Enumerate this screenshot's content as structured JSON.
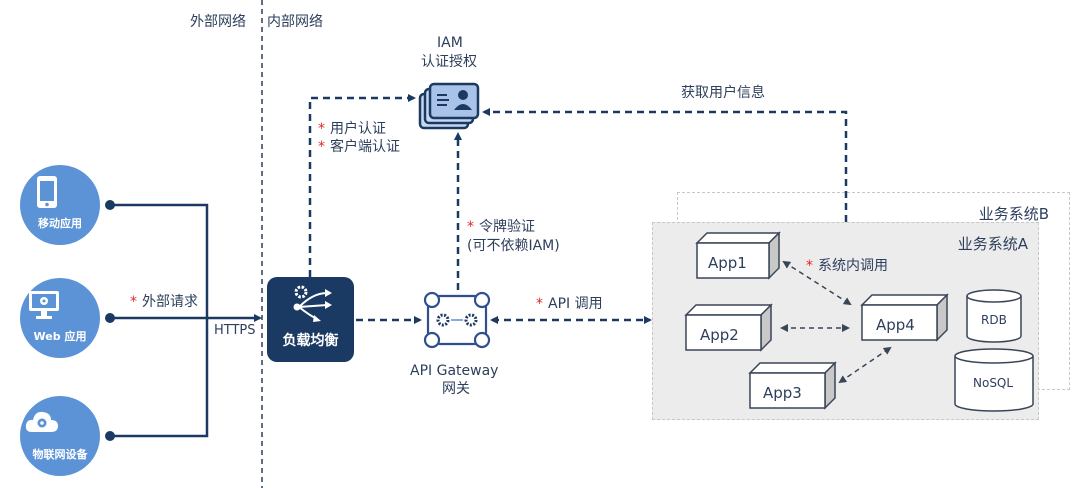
{
  "zones": {
    "external_label": "外部网络",
    "internal_label": "内部网络"
  },
  "clients": [
    {
      "label": "移动应用",
      "icon": "smartphone-icon"
    },
    {
      "label": "Web 应用",
      "icon": "monitor-gear-icon"
    },
    {
      "label": "物联网设备",
      "icon": "cloud-gear-icon"
    }
  ],
  "external_request": {
    "label": "外部请求",
    "protocol": "HTTPS"
  },
  "load_balancer": {
    "label": "负载均衡",
    "icon": "load-balance-icon"
  },
  "iam": {
    "title": "IAM",
    "subtitle": "认证授权",
    "icon": "id-card-icon"
  },
  "auth_notes": [
    "用户认证",
    "客户端认证"
  ],
  "token_note": {
    "line1": "令牌验证",
    "line2": "(可不依赖IAM)"
  },
  "gateway": {
    "title": "API Gateway",
    "subtitle": "网关",
    "icon": "gateway-icon"
  },
  "api_call": {
    "label": "API 调用"
  },
  "user_info": {
    "label": "获取用户信息"
  },
  "system_b": {
    "title": "业务系统B"
  },
  "system_a": {
    "title": "业务系统A",
    "internal_call": "系统内调用",
    "apps": [
      "App1",
      "App2",
      "App3",
      "App4"
    ],
    "databases": [
      "RDB",
      "NoSQL"
    ]
  },
  "colors": {
    "primary_dark": "#1b3a63",
    "client_blue": "#5b93d6",
    "accent_red": "#e02828",
    "system_bg": "#ececec",
    "gateway_blue": "#2f4f8f"
  }
}
